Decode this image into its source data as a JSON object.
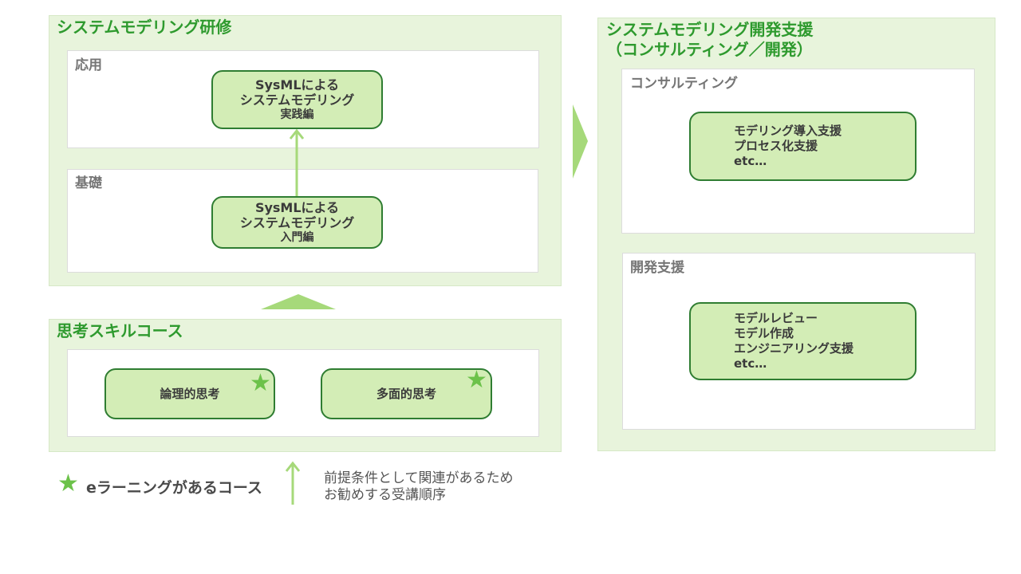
{
  "training_panel": {
    "title": "システムモデリング研修",
    "applied": {
      "label": "応用",
      "course": [
        "SysMLによる",
        "システムモデリング",
        "実践編"
      ]
    },
    "basic": {
      "label": "基礎",
      "course": [
        "SysMLによる",
        "システムモデリング",
        "入門編"
      ]
    }
  },
  "thinking_panel": {
    "title": "思考スキルコース",
    "courses": [
      {
        "label": "論理的思考",
        "elearning": true
      },
      {
        "label": "多面的思考",
        "elearning": true
      }
    ]
  },
  "support_panel": {
    "title_line1": "システムモデリング開発支援",
    "title_line2": "（コンサルティング／開発）",
    "consulting": {
      "label": "コンサルティング",
      "items": [
        "モデリング導入支援",
        "プロセス化支援",
        "etc…"
      ]
    },
    "development": {
      "label": "開発支援",
      "items": [
        "モデルレビュー",
        "モデル作成",
        "エンジニアリング支援",
        "etc…"
      ]
    }
  },
  "legend": {
    "elearning_label": "eラーニングがあるコース",
    "arrow_label_line1": "前提条件として関連があるため",
    "arrow_label_line2": "お勧めする受講順序"
  },
  "colors": {
    "panel_bg": "#e8f4dc",
    "card_bg": "#d3edb6",
    "card_border": "#2f7d32",
    "title_green": "#2e9a2e",
    "arrow_green": "#a6d97a",
    "star_green": "#6cc24a"
  },
  "icons": {
    "star": "star-icon",
    "arrow": "arrow-up-icon",
    "chevron": "chevron-right-icon",
    "triangle": "triangle-up-icon"
  }
}
